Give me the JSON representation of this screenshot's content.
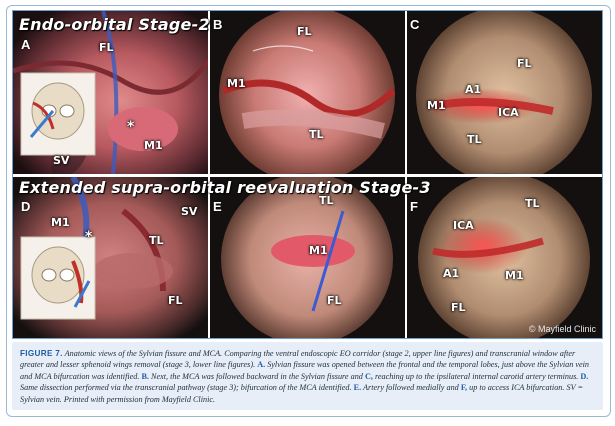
{
  "figure": {
    "stage2_title": "Endo-orbital Stage-2",
    "stage3_title": "Extended supra-orbital reevaluation Stage-3",
    "copyright": "© Mayfield Clinic",
    "panels": {
      "A": {
        "letter": "A",
        "labels": [
          "FL",
          "M1",
          "*",
          "SV"
        ]
      },
      "B": {
        "letter": "B",
        "labels": [
          "FL",
          "M1",
          "TL"
        ]
      },
      "C": {
        "letter": "C",
        "labels": [
          "FL",
          "A1",
          "M1",
          "ICA",
          "TL"
        ]
      },
      "D": {
        "letter": "D",
        "labels": [
          "M1",
          "*",
          "TL",
          "SV",
          "FL"
        ]
      },
      "E": {
        "letter": "E",
        "labels": [
          "TL",
          "M1",
          "FL"
        ]
      },
      "F": {
        "letter": "F",
        "labels": [
          "TL",
          "ICA",
          "A1",
          "M1",
          "FL"
        ]
      }
    }
  },
  "caption": {
    "fig_label": "FIGURE 7.",
    "t1": "Anatomic views of the Sylvian fissure and MCA. Comparing the ventral endoscopic EO corridor (stage 2, upper line figures) and transcranial window after greater and lesser sphenoid wings removal (stage 3, lower line figures).",
    "a": "A.",
    "t2": "Sylvian fissure was opened between the frontal and the temporal lobes, just above the Sylvian vein and MCA bifurcation was identified.",
    "b": "B.",
    "t3": "Next, the MCA was followed backward in the Sylvian fissure and",
    "c": "C,",
    "t4": "reaching up to the ipsilateral internal carotid artery terminus.",
    "d": "D.",
    "t5": "Same dissection performed via the transcranial pathway (stage 3); bifurcation of the MCA identified.",
    "e": "E.",
    "t6": "Artery followed medially and",
    "f": "F,",
    "t7": "up to access ICA bifurcation. SV = Sylvian vein. Printed with permission from Mayfield Clinic."
  },
  "colors": {
    "caption_bg": "#e7eef7",
    "accent": "#1d5ea8",
    "figure_bg": "#141414"
  }
}
